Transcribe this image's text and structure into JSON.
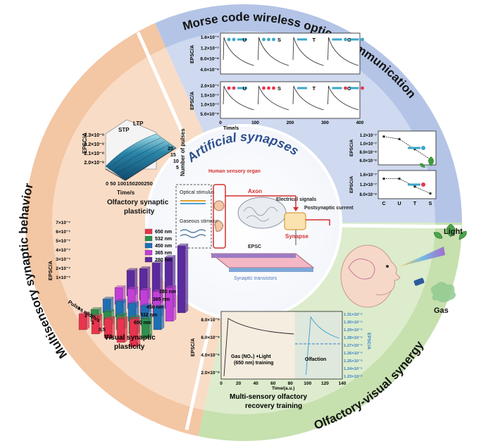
{
  "center": {
    "title": "Artificial synapses",
    "human_sensory_organ": "Human sensory organ",
    "optical_stimulus": "Optical stimulus",
    "gaseous_stimulus": "Gaseous stimulus",
    "axon": "Axon",
    "electrical_signals": "Electrical signals",
    "postsynaptic_current": "Postsynaptic current",
    "synapse": "Synapse",
    "epsc": "EPSC",
    "synaptic_transistors": "Synaptic transistors"
  },
  "morse": {
    "title": "Morse code wireless optical communication",
    "ylabel": "EPSC/A",
    "xlabel": "Time/s",
    "letters": [
      "U",
      "S",
      "T",
      "C"
    ],
    "top_yticks": [
      "1.6×10⁻⁷",
      "1.2×10⁻⁷",
      "8.0×10⁻⁸",
      "4.0×10⁻⁸"
    ],
    "bottom_yticks": [
      "2.0×10⁻⁷",
      "1.5×10⁻⁷",
      "1.0×10⁻⁷",
      "5.0×10⁻⁸"
    ],
    "xticks": [
      "0",
      "100",
      "200",
      "300",
      "400"
    ],
    "small_top_yticks": [
      "1.2×10⁻⁷",
      "1.0×10⁻⁷",
      "8.0×10⁻⁸",
      "6.0×10⁻⁸"
    ],
    "small_bottom_yticks": [
      "1.6×10⁻⁷",
      "1.2×10⁻⁷",
      "8.0×10⁻⁸"
    ],
    "small_xticks": [
      "C",
      "U",
      "T",
      "S"
    ]
  },
  "multisensory": {
    "title": "Multisensory synaptic behavior",
    "olfactory_caption": "Olfactory synaptic plasticity",
    "olfactory_zlabel": "EPSC/A",
    "olfactory_zticks": [
      "2.3×10⁻⁸",
      "2.2×10⁻⁸",
      "2.1×10⁻⁸",
      "2.0×10⁻⁸"
    ],
    "olfactory_xlabel": "Time/s",
    "olfactory_xticks": "0 50 100150200250",
    "olfactory_ylabel": "Number of pulses",
    "olfactory_yticks": [
      "20",
      "15",
      "10",
      "5"
    ],
    "stp": "STP",
    "ltp": "LTP",
    "visual_caption": "Visual synaptic plasticity",
    "visual_zlabel": "EPSC/A",
    "visual_zticks": [
      "7×10⁻⁷",
      "6×10⁻⁷",
      "5×10⁻⁷",
      "4×10⁻⁷",
      "3×10⁻⁷",
      "2×10⁻⁷",
      "1×10⁻⁷"
    ],
    "visual_xlabel": "Pulses width/s",
    "visual_xticks": [
      "4",
      "2",
      "1",
      "0.5",
      "0.1"
    ],
    "visual_ytick_labels": [
      "280 nm",
      "365 nm",
      "450 nm",
      "532 nm",
      "650 nm"
    ],
    "legend": [
      {
        "label": "650 nm",
        "color": "#e8344e"
      },
      {
        "label": "532 nm",
        "color": "#2f8f4e"
      },
      {
        "label": "450 nm",
        "color": "#1f6fb5"
      },
      {
        "label": "365 nm",
        "color": "#c23fd8"
      },
      {
        "label": "280 nm",
        "color": "#5b2a9e"
      }
    ]
  },
  "olfactory_visual": {
    "title": "Olfactory-visual synergy",
    "light": "Light",
    "gas": "Gas",
    "chart_ylabel": "EPSC/A",
    "chart_ylabel_right": "EPSC/A",
    "chart_xlabel": "Time/(a.u.)",
    "chart_yticks": [
      "8.0×10⁻⁸",
      "6.0×10⁻⁸",
      "4.0×10⁻⁸",
      "2.0×10⁻⁸"
    ],
    "chart_right_yticks": [
      "1.31×10⁻⁸",
      "1.30×10⁻⁸",
      "1.29×10⁻⁸",
      "1.28×10⁻⁸",
      "1.27×10⁻⁸",
      "1.26×10⁻⁸",
      "1.25×10⁻⁸",
      "1.24×10⁻⁸",
      "1.23×10⁻⁸"
    ],
    "chart_xticks": [
      "0",
      "20",
      "40",
      "60",
      "80",
      "100",
      "120",
      "140"
    ],
    "gas_light_training": "Gas (NO₂) +Light (650 nm) training",
    "olfaction": "Olfaction",
    "caption": "Multi-sensory olfactory recovery training"
  },
  "colors": {
    "blue_sector": "#cfd9ef",
    "blue_ring": "#b4c4e6",
    "orange_sector": "#f9dcc6",
    "orange_ring": "#f3c6a4",
    "green_sector": "#dceccc",
    "green_ring": "#c6e0ae",
    "title_blue": "#2d4f8e",
    "red_text": "#d32f2f"
  }
}
